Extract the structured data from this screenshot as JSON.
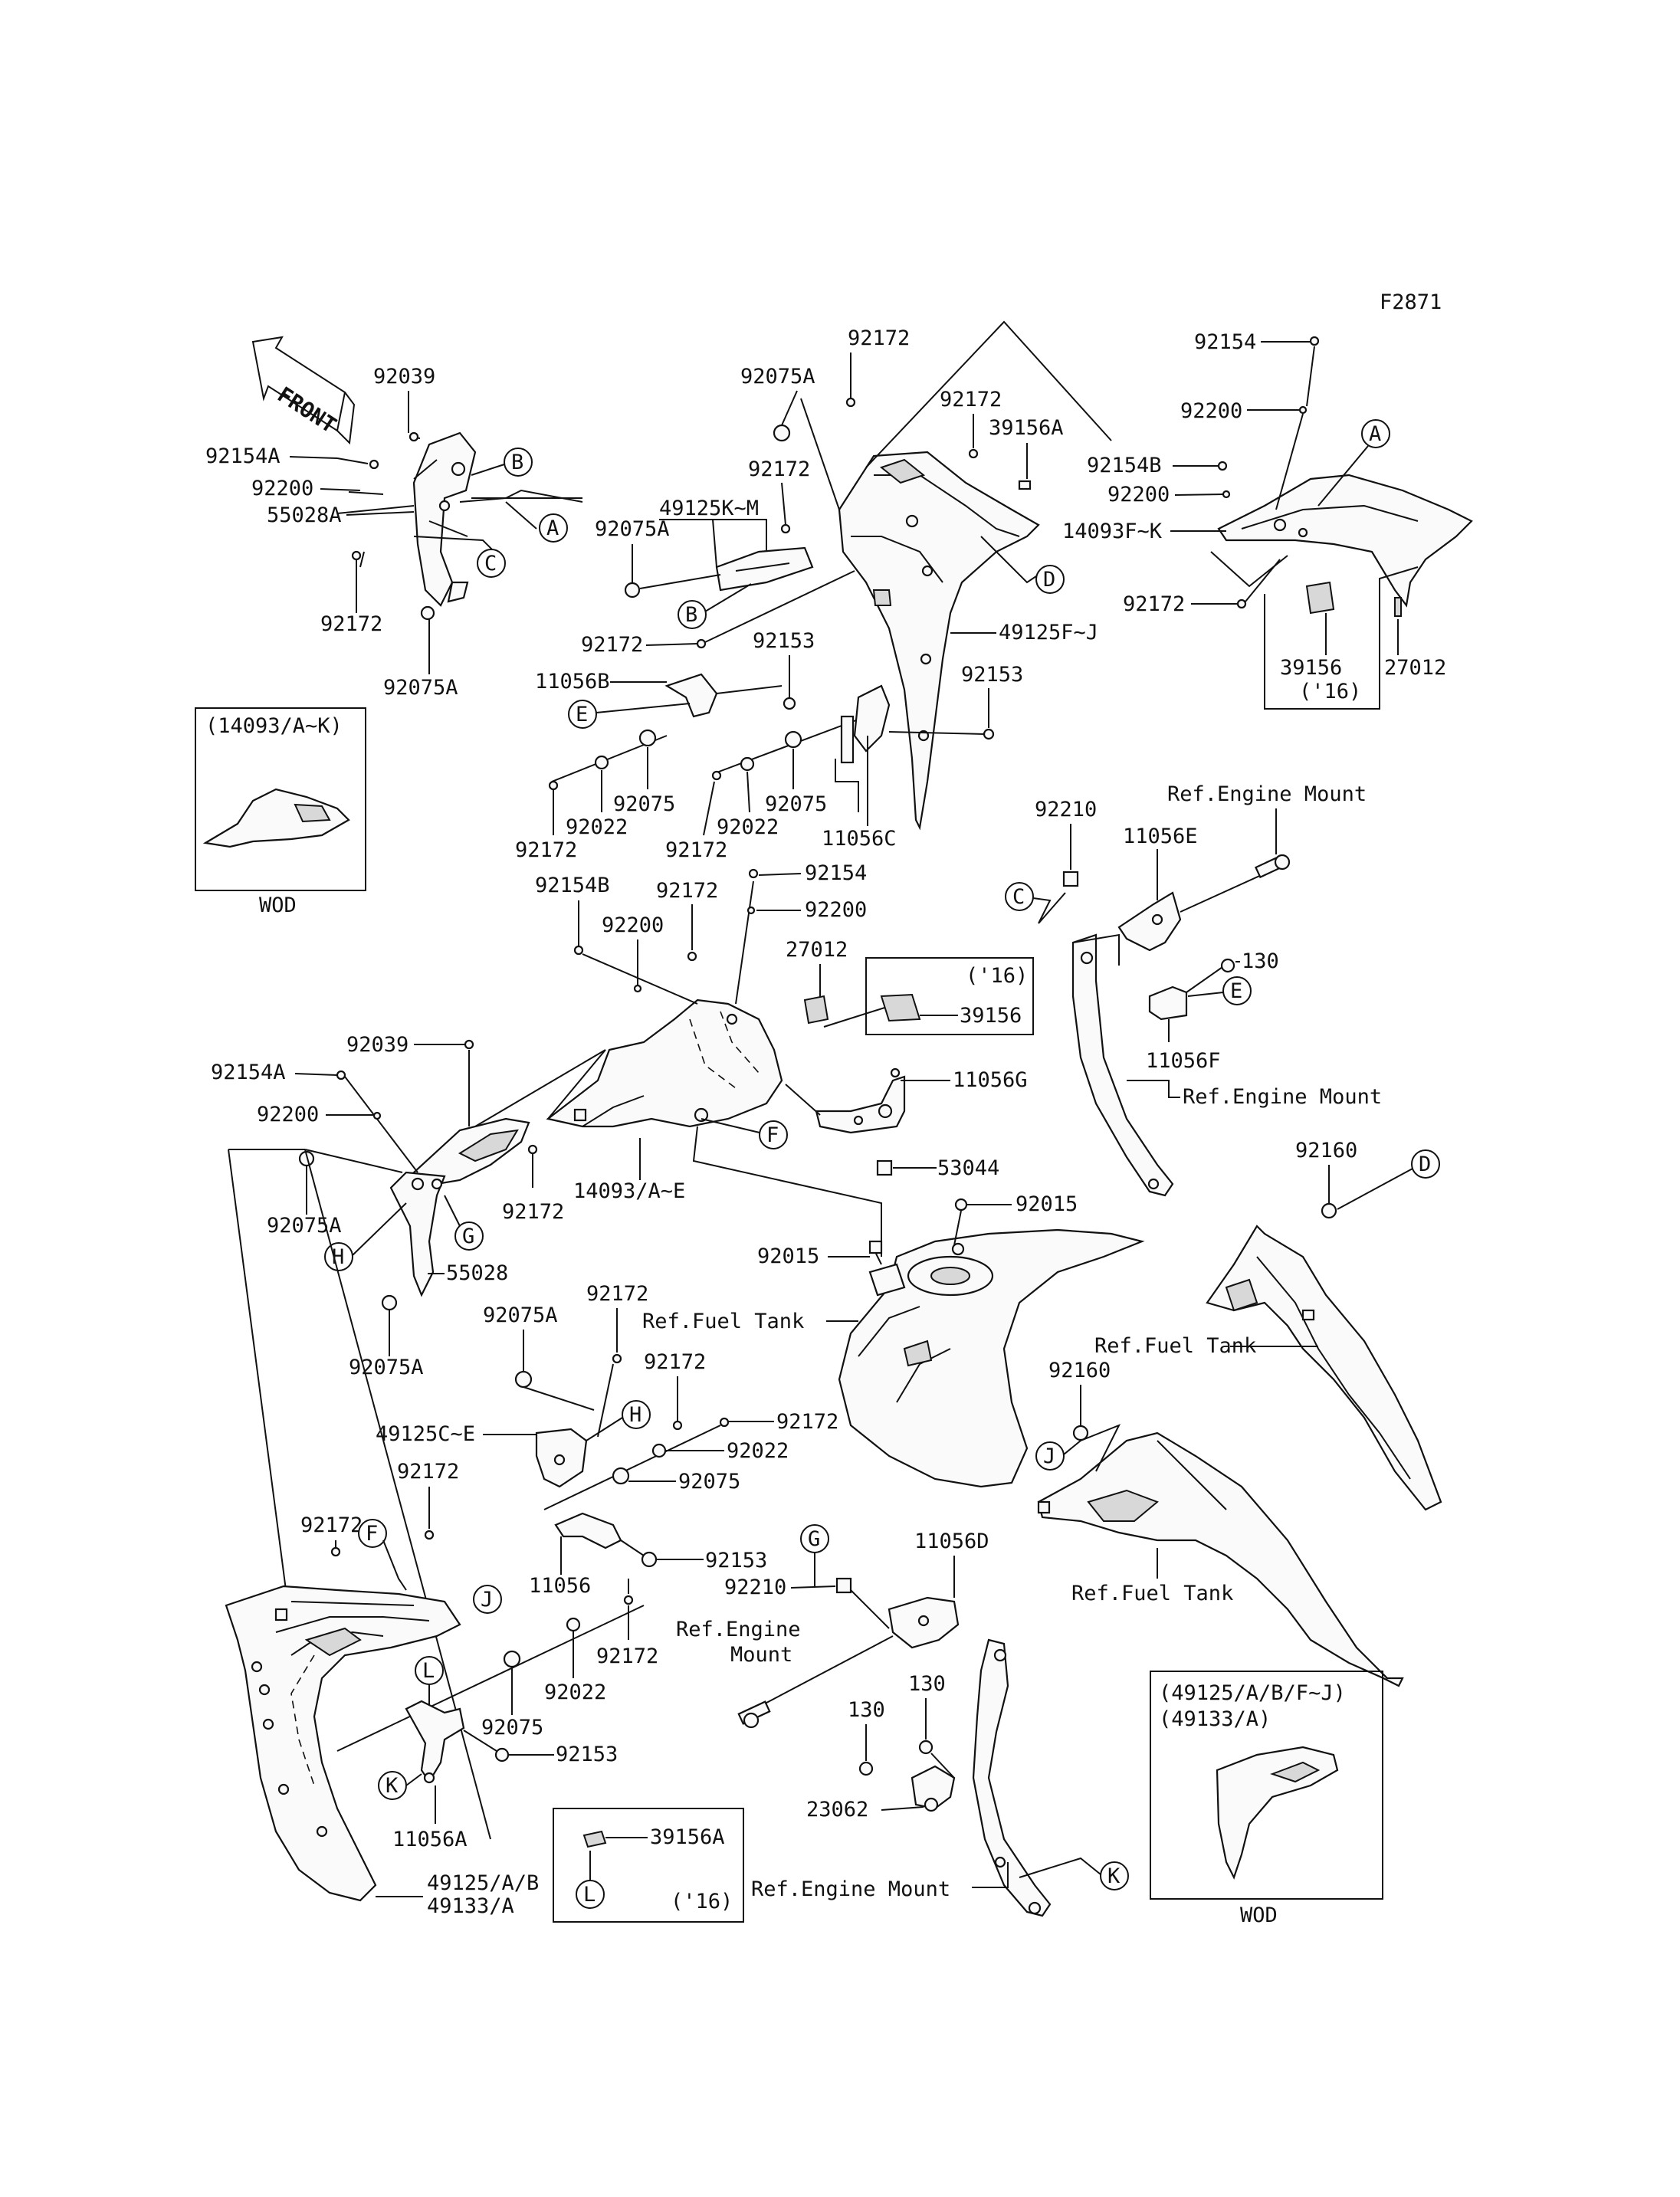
{
  "code": "F2871",
  "front_label": "FRONT",
  "callouts": {
    "A": "A",
    "B": "B",
    "C": "C",
    "D": "D",
    "E": "E",
    "F": "F",
    "G": "G",
    "H": "H",
    "J": "J",
    "K": "K",
    "L": "L"
  },
  "labels": {
    "p92039_a": "92039",
    "p92154A_a": "92154A",
    "p92200_a": "92200",
    "p55028A": "55028A",
    "p92172_a": "92172",
    "p92075A_a": "92075A",
    "p92172_b": "92172",
    "p92075A_b": "92075A",
    "p92172_c": "92172",
    "p39156A_a": "39156A",
    "p92172_d": "92172",
    "p49125KM": "49125K~M",
    "p92075A_c": "92075A",
    "p92172_e": "92172",
    "p92153_a": "92153",
    "p49125FJ": "49125F~J",
    "p11056B": "11056B",
    "p92153_b": "92153",
    "p92075_a": "92075",
    "p92022_a": "92022",
    "p92172_f": "92172",
    "p92075_b": "92075",
    "p92022_b": "92022",
    "p92172_g": "92172",
    "p11056C": "11056C",
    "p92154_a": "92154",
    "p92200_b": "92200",
    "p92154B_a": "92154B",
    "p92200_c": "92200",
    "p14093FK": "14093F~K",
    "p92172_h": "92172",
    "p39156_a": "39156",
    "p16_a": "('16)",
    "p27012_a": "27012",
    "inset1_title": "(14093/A~K)",
    "inset1_wod": "WOD",
    "p92210_a": "92210",
    "p11056E": "11056E",
    "ref_engine_mount_a": "Ref.Engine Mount",
    "p130_a": "130",
    "p11056F": "11056F",
    "ref_engine_mount_b": "Ref.Engine Mount",
    "p92154B_b": "92154B",
    "p92172_i": "92172",
    "p92154_b": "92154",
    "p92200_d": "92200",
    "p92200_e": "92200",
    "p27012_b": "27012",
    "p16_b": "('16)",
    "p39156_b": "39156",
    "p11056G": "11056G",
    "p53044": "53044",
    "p14093AE": "14093/A~E",
    "p92039_b": "92039",
    "p92154A_b": "92154A",
    "p92200_f": "92200",
    "p92075A_d": "92075A",
    "p92172_j": "92172",
    "p55028": "55028",
    "p92075A_e": "92075A",
    "p92015_a": "92015",
    "p92015_b": "92015",
    "ref_fuel_tank_a": "Ref.Fuel Tank",
    "p92160_a": "92160",
    "ref_fuel_tank_b": "Ref.Fuel Tank",
    "p92160_b": "92160",
    "ref_fuel_tank_c": "Ref.Fuel Tank",
    "p92075A_f": "92075A",
    "p92172_k": "92172",
    "p92172_l": "92172",
    "p49125CE": "49125C~E",
    "p92172_m": "92172",
    "p92022_c": "92022",
    "p92075_c": "92075",
    "p92172_n": "92172",
    "p92172_o": "92172",
    "p11056": "11056",
    "p92153_c": "92153",
    "p92172_p": "92172",
    "p92022_d": "92022",
    "p92075_d": "92075",
    "p92153_d": "92153",
    "p11056A": "11056A",
    "p49125AB": "49125/A/B",
    "p49133A": "49133/A",
    "p39156A_b": "39156A",
    "p16_c": "('16)",
    "p11056D": "11056D",
    "p92210_b": "92210",
    "ref_engine_mount_c1": "Ref.Engine",
    "ref_engine_mount_c2": "Mount",
    "p130_b": "130",
    "p130_c": "130",
    "p23062": "23062",
    "ref_engine_mount_d": "Ref.Engine Mount",
    "inset2_title1": "(49125/A/B/F~J)",
    "inset2_title2": "(49133/A)",
    "inset2_wod": "WOD"
  }
}
